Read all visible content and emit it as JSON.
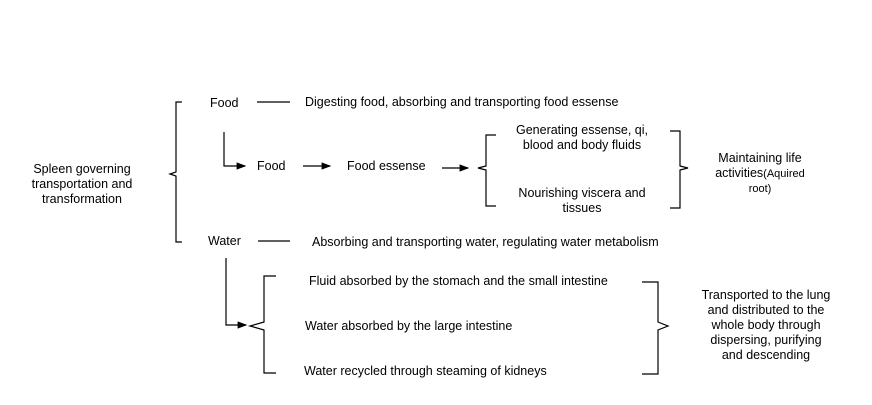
{
  "root": {
    "line1": "Spleen governing",
    "line2": "transportation and",
    "line3": "transformation"
  },
  "food_branch": {
    "label": "Food",
    "function": "Digesting food, absorbing and transporting food essense",
    "food_label": "Food",
    "essense_label": "Food essense",
    "outcome_1_line1": "Generating essense, qi,",
    "outcome_1_line2": "blood and body fluids",
    "outcome_2_line1": "Nourishing viscera and",
    "outcome_2_line2": "tissues",
    "result_line1": "Maintaining life",
    "result_line2": "activities",
    "result_note_line1": "(Aquired",
    "result_note_line2": "root)"
  },
  "water_branch": {
    "label": "Water",
    "function": "Absorbing and transporting water, regulating water metabolism",
    "source_1": "Fluid absorbed by the stomach and the small intestine",
    "source_2": "Water absorbed by the large intestine",
    "source_3": "Water recycled through steaming of kidneys",
    "result_line1": "Transported to the lung",
    "result_line2": "and distributed to the",
    "result_line3": "whole body through",
    "result_line4": "dispersing, purifying",
    "result_line5": "and descending"
  }
}
